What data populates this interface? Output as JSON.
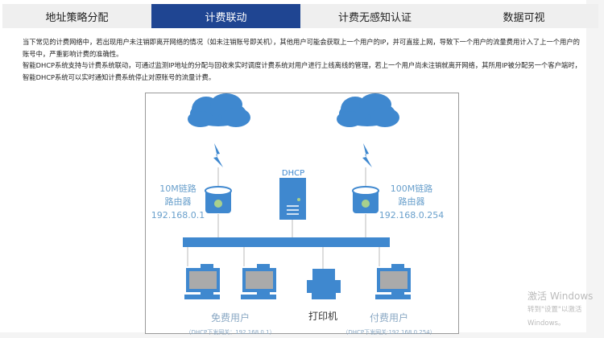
{
  "tabs": [
    {
      "label": "地址策略分配"
    },
    {
      "label": "计费联动",
      "active": true
    },
    {
      "label": "计费无感知认证"
    },
    {
      "label": "数据可视"
    }
  ],
  "paragraphs": [
    "当下常见的计费网络中，若出现用户未注销即离开网络的情况（如未注销账号即关机），其他用户可能会获取上一个用户的IP，并可直接上网，导致下一个用户的流量费用计入了上一个用户的账号中，严重影响计费的准确性。",
    "智能DHCP系统支持与计费系统联动，可通过监测IP地址的分配与回收来实时调度计费系统对用户进行上线离线的管理，若上一个用户尚未注销就离开网络，其所用IP被分配另一个客户端时，智能DHCP系统可以实时通知计费系统停止对原账号的流量计费。"
  ],
  "diagram": {
    "dhcp": "DHCP",
    "router_left": {
      "line1": "10M链路",
      "line2": "路由器",
      "ip": "192.168.0.1"
    },
    "router_right": {
      "line1": "100M链路",
      "line2": "路由器",
      "ip": "192.168.0.254"
    },
    "free_users": "免费用户",
    "printer": "打印机",
    "paid_users": "付费用户",
    "free_gateway": "（DHCP下发网关：192.168.0.1）",
    "paid_gateway": "（DHCP下发网关:192.168.0.254）"
  },
  "watermark": {
    "title": "激活 Windows",
    "sub": "转到\"设置\"以激活 Windows。"
  },
  "colors": {
    "accent": "#1f4592",
    "icon": "#4a8fd0"
  }
}
